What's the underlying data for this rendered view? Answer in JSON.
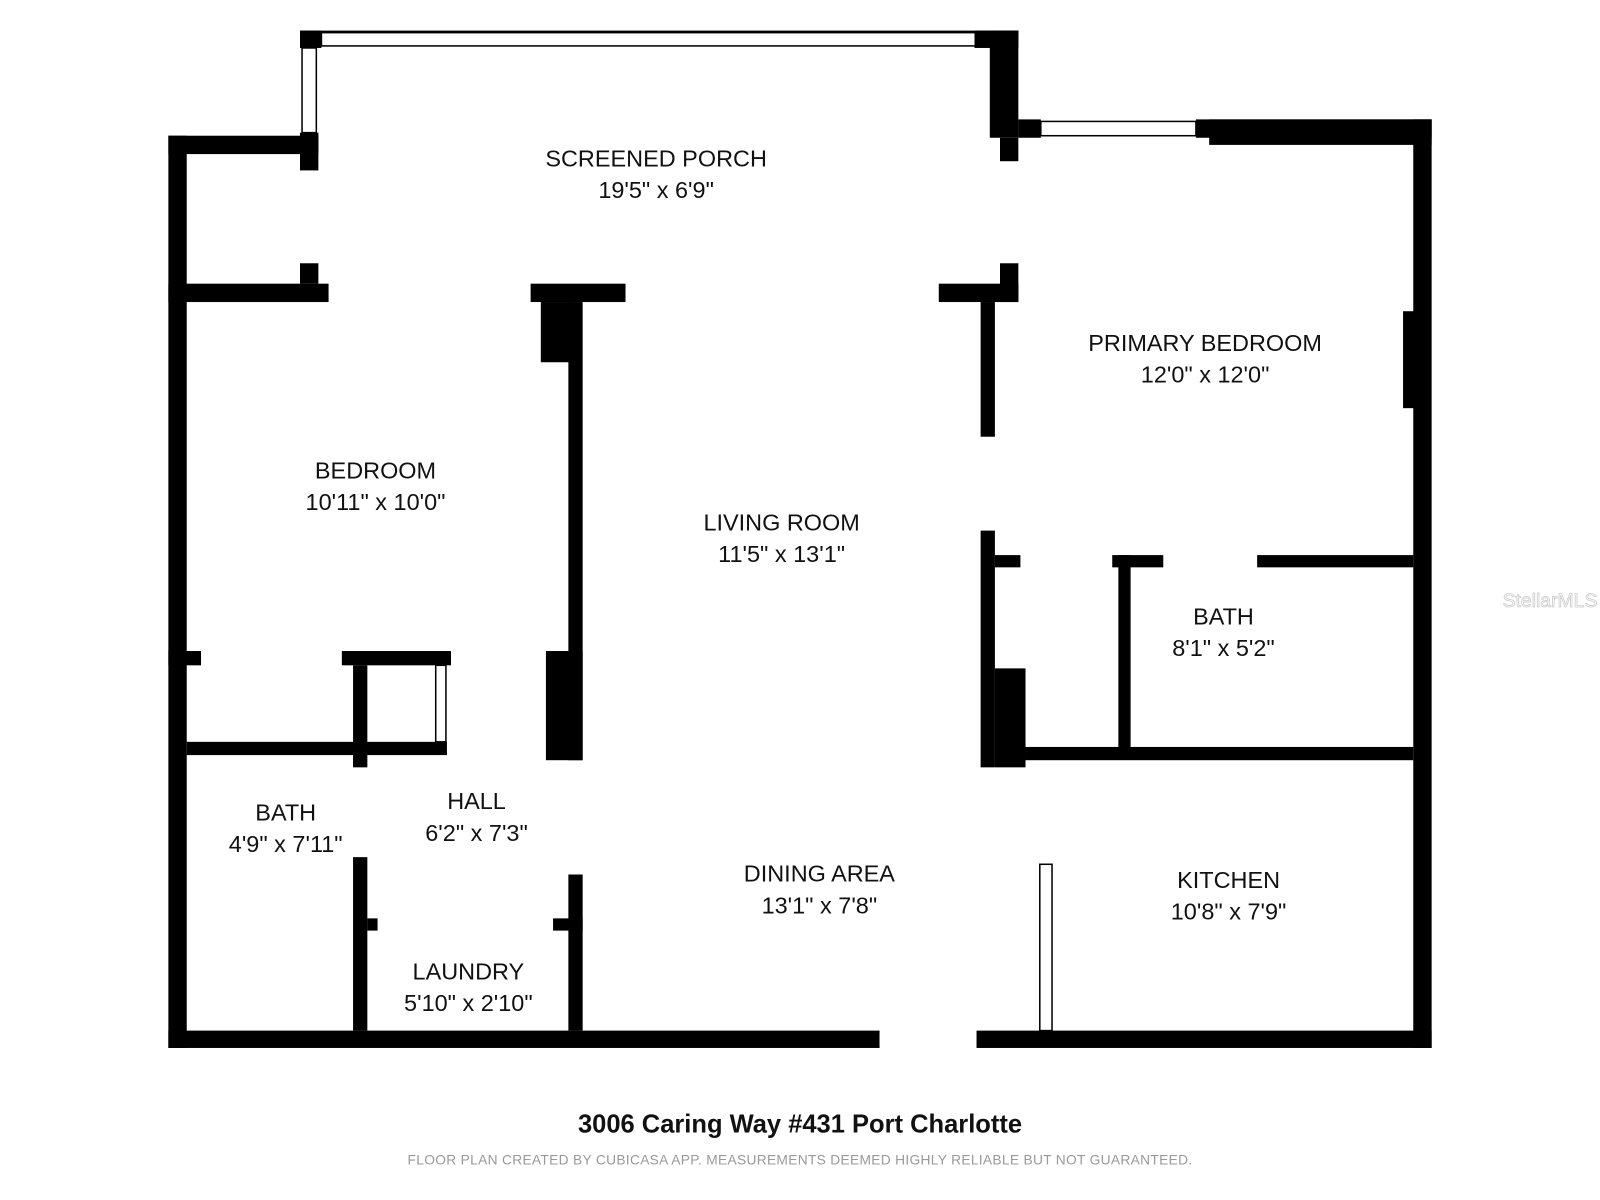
{
  "rooms": [
    {
      "name": "SCREENED PORCH",
      "dims": "19'5\" x 6'9\""
    },
    {
      "name": "PRIMARY BEDROOM",
      "dims": "12'0\" x 12'0\""
    },
    {
      "name": "BEDROOM",
      "dims": "10'11\" x 10'0\""
    },
    {
      "name": "LIVING ROOM",
      "dims": "11'5\" x 13'1\""
    },
    {
      "name": "BATH",
      "dims": "8'1\" x 5'2\""
    },
    {
      "name": "BATH",
      "dims": "4'9\" x 7'11\""
    },
    {
      "name": "HALL",
      "dims": "6'2\" x 7'3\""
    },
    {
      "name": "DINING AREA",
      "dims": "13'1\" x 7'8\""
    },
    {
      "name": "KITCHEN",
      "dims": "10'8\" x 7'9\""
    },
    {
      "name": "LAUNDRY",
      "dims": "5'10\" x 2'10\""
    }
  ],
  "address": "3006 Caring Way #431 Port Charlotte",
  "disclaimer": "FLOOR PLAN CREATED BY CUBICASA APP. MEASUREMENTS DEEMED HIGHLY RELIABLE BUT NOT GUARANTEED.",
  "watermark": "StellarMLS",
  "colors": {
    "wall": "#000000",
    "background": "#ffffff",
    "disclaimer": "#999999"
  }
}
